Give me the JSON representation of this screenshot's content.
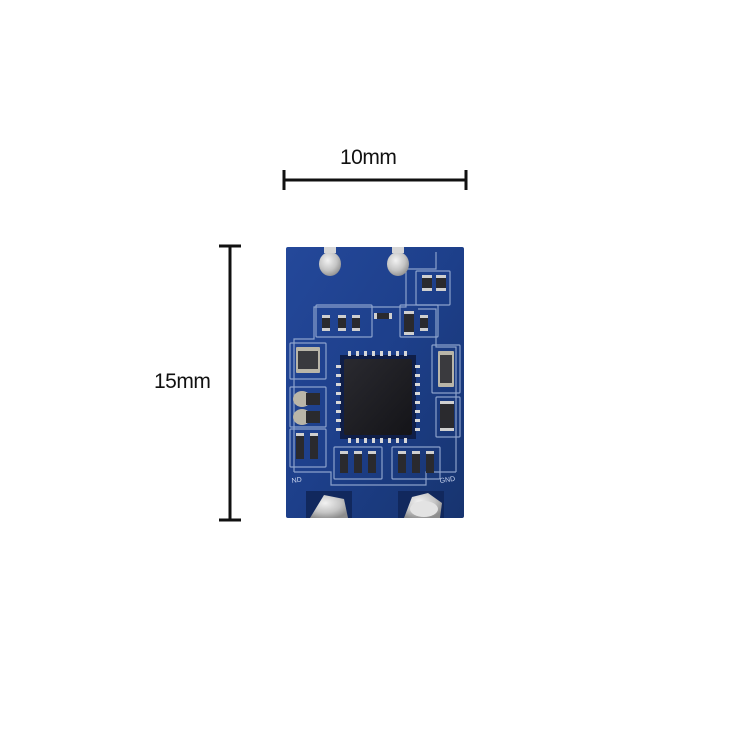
{
  "image": {
    "subject": "blue circuit board module with dimension markers",
    "colors": {
      "background": "#ffffff",
      "board": "#1d3f8a",
      "trace": "#9fb3d8",
      "chip": "#1b1b1f",
      "pad": "#c9c9c9",
      "rule": "#111111"
    }
  },
  "dimensions": {
    "width_label": "10mm",
    "height_label": "15mm"
  },
  "board": {
    "silkscreen_left": "ND",
    "silkscreen_right": "GND"
  }
}
